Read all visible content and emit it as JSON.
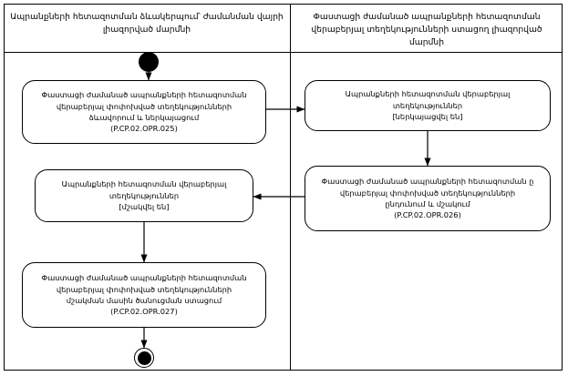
{
  "diagram": {
    "type": "activity-diagram",
    "swimlanes": [
      {
        "id": "left",
        "title": "Ապրանքների հետազոտման ձևակերպում՝ ժամանման վայրի\nլիազորված մարմնի"
      },
      {
        "id": "right",
        "title": "Փաստացի ժամանած ապրանքների հետազոտման\nվերաբերյալ տեղեկությունների ստացող լիազորված մարմնի"
      }
    ],
    "nodes": [
      {
        "id": "start",
        "kind": "initial-node",
        "lane": "left"
      },
      {
        "id": "a1",
        "kind": "action",
        "lane": "left",
        "label": "Փաստացի ժամանած ապրանքների հետազոտման\nվերաբերյալ փոփոխված տեղեկությունների\nձևավորում և ներկայացում\n(P.CP.02.OPR.025)"
      },
      {
        "id": "b1",
        "kind": "action",
        "lane": "right",
        "label": "Ապրանքների հետազոտման վերաբերյալ\nտեղեկություններ\n[ներկայացվել են]"
      },
      {
        "id": "b2",
        "kind": "action",
        "lane": "right",
        "label": "Փաստացի ժամանած ապրանքների հետազոտման ը\nվերաբերյալ փոփոխված տեղեկությունների\nընդունում և մշակում\n(P.CP.02.OPR.026)"
      },
      {
        "id": "a2",
        "kind": "action",
        "lane": "left",
        "label": "Ապրանքների հետազոտման վերաբերյալ\nտեղեկություններ\n[մշակվել են]"
      },
      {
        "id": "a3",
        "kind": "action",
        "lane": "left",
        "label": "Փաստացի ժամանած ապրանքների հետազոտման\nվերաբերյալ փոփոխված տեղեկությունների\nմշակման մասին ծանուցման ստացում\n(P.CP.02.OPR.027)"
      },
      {
        "id": "end",
        "kind": "final-node",
        "lane": "left"
      }
    ],
    "edges": [
      {
        "from": "start",
        "to": "a1"
      },
      {
        "from": "a1",
        "to": "b1"
      },
      {
        "from": "b1",
        "to": "b2"
      },
      {
        "from": "b2",
        "to": "a2"
      },
      {
        "from": "a2",
        "to": "a3"
      },
      {
        "from": "a3",
        "to": "end"
      }
    ]
  }
}
